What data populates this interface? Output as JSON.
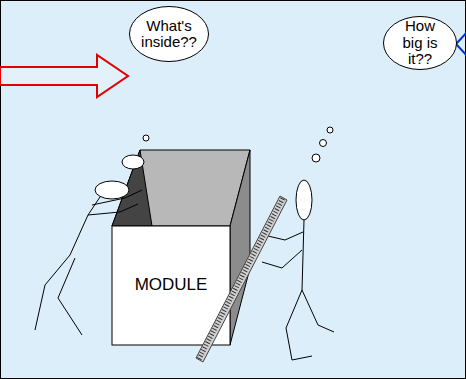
{
  "diagram": {
    "nodes": [
      {
        "text": [
          "What's inside??"
        ]
      },
      {
        "text": [
          "How big is it??"
        ]
      },
      {
        "text": [
          "MODULE"
        ]
      }
    ]
  }
}
